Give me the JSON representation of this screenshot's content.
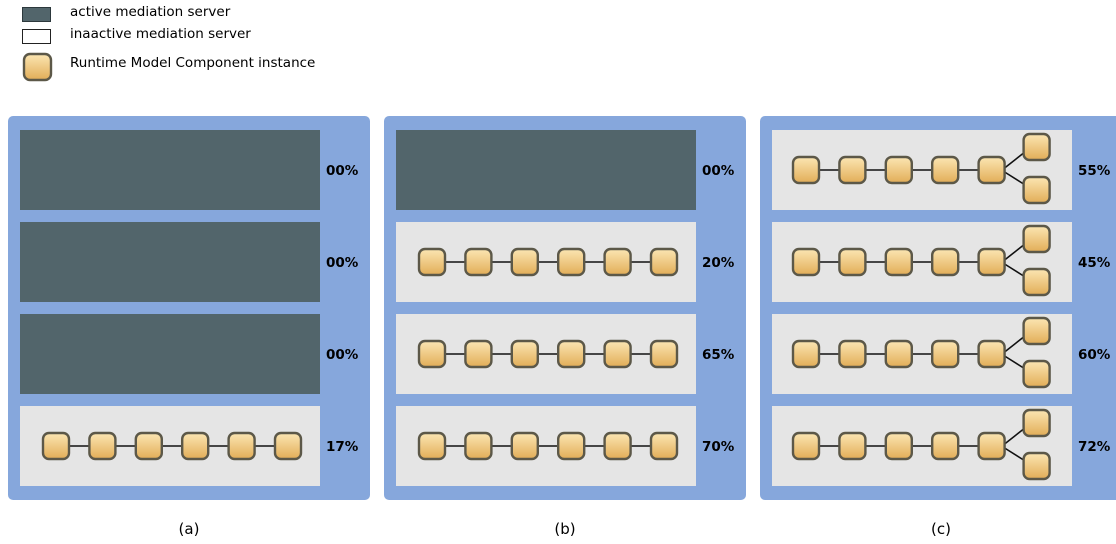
{
  "legend": {
    "active_label": "active mediation server",
    "inactive_label": "inaactive mediation server",
    "component_label": "Runtime Model Component instance"
  },
  "colors": {
    "active_server": "#52656b",
    "inactive_server": "#e5e5e5",
    "panel": "#86a7dc",
    "component_fill_top": "#fbe6b3",
    "component_fill_bottom": "#e2ad57",
    "component_border": "#5c5848"
  },
  "scenarios": [
    {
      "caption": "(a)",
      "servers": [
        {
          "state": "active",
          "load": "00%",
          "topology": "none",
          "components": 0
        },
        {
          "state": "active",
          "load": "00%",
          "topology": "none",
          "components": 0
        },
        {
          "state": "active",
          "load": "00%",
          "topology": "none",
          "components": 0
        },
        {
          "state": "inactive",
          "load": "17%",
          "topology": "chain",
          "components": 6
        }
      ]
    },
    {
      "caption": "(b)",
      "servers": [
        {
          "state": "active",
          "load": "00%",
          "topology": "none",
          "components": 0
        },
        {
          "state": "inactive",
          "load": "20%",
          "topology": "chain",
          "components": 6
        },
        {
          "state": "inactive",
          "load": "65%",
          "topology": "chain",
          "components": 6
        },
        {
          "state": "inactive",
          "load": "70%",
          "topology": "chain",
          "components": 6
        }
      ]
    },
    {
      "caption": "(c)",
      "servers": [
        {
          "state": "inactive",
          "load": "55%",
          "topology": "branch",
          "components": 7
        },
        {
          "state": "inactive",
          "load": "45%",
          "topology": "branch",
          "components": 7
        },
        {
          "state": "inactive",
          "load": "60%",
          "topology": "branch",
          "components": 7
        },
        {
          "state": "inactive",
          "load": "72%",
          "topology": "branch",
          "components": 7
        }
      ]
    }
  ]
}
